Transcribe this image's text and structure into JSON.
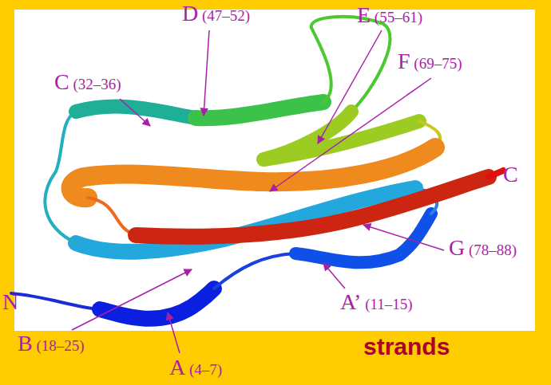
{
  "diagram": {
    "title": "strands",
    "labels": [
      "D (47–52)",
      "E (55–61)",
      "C (32–36)",
      "F (69–75)",
      "C",
      "N",
      "G (78–88)",
      "A’ (11–15)",
      "B (18–25)",
      "A (4–7)"
    ]
  }
}
